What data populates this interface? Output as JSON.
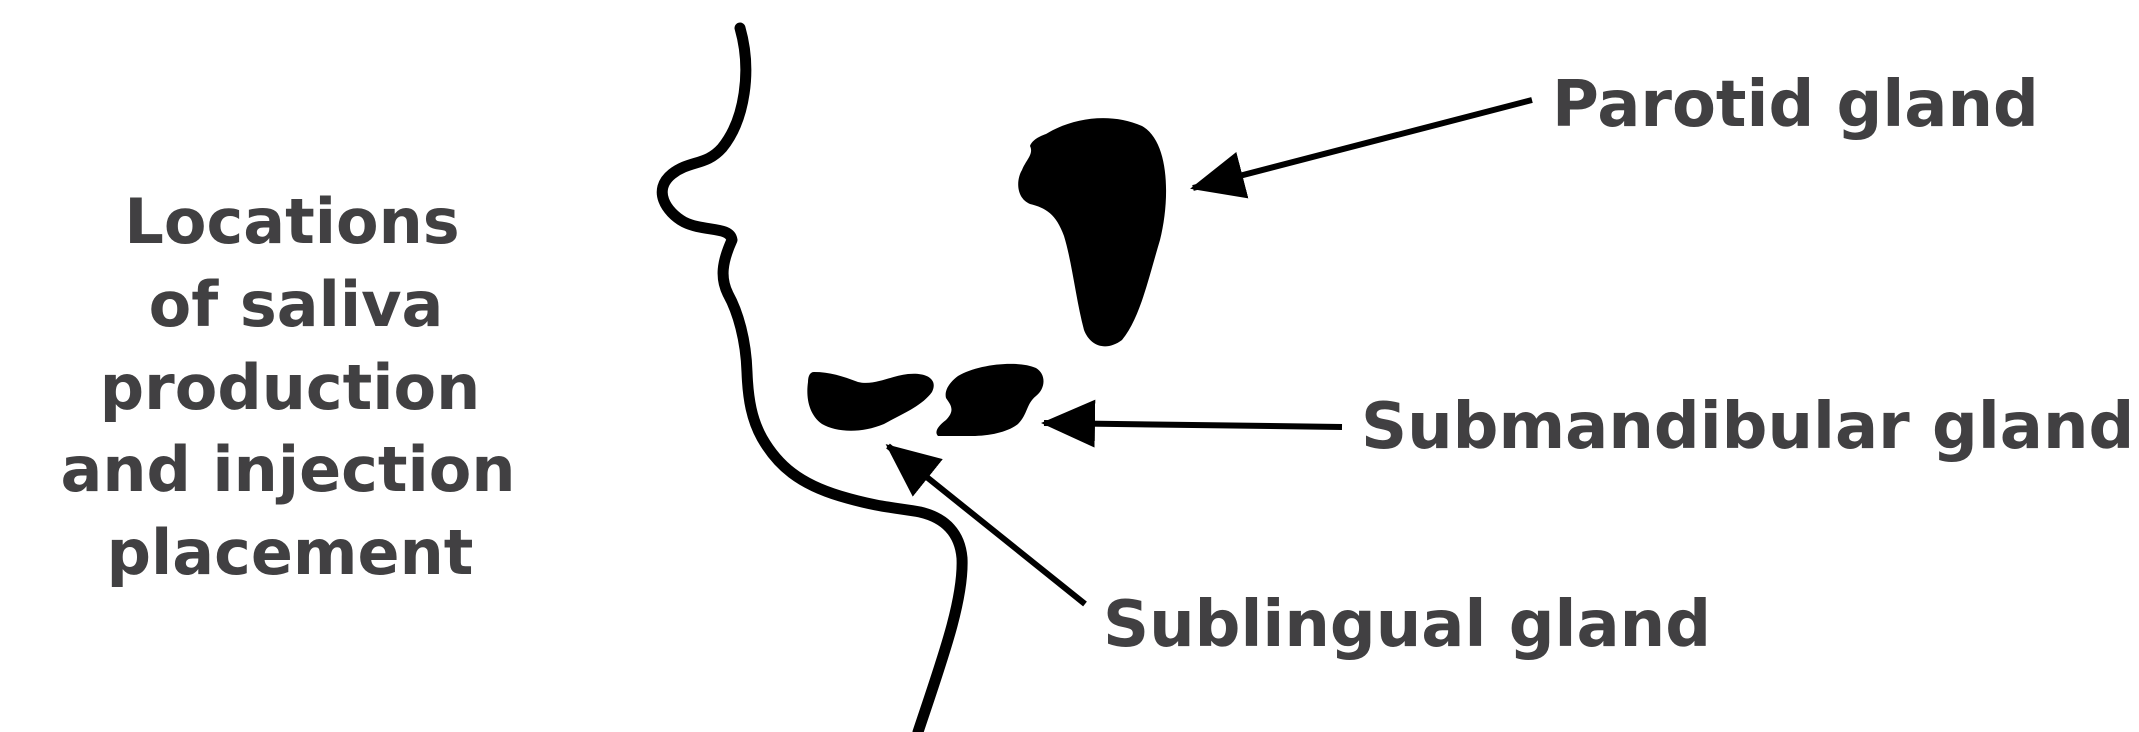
{
  "colors": {
    "text": "#414042",
    "outline": "#000000",
    "background": "#ffffff"
  },
  "title_lines": [
    "Locations",
    "of saliva",
    "production",
    "and injection",
    "placement"
  ],
  "labels": {
    "parotid": "Parotid gland",
    "submandibular": "Submandibular gland",
    "sublingual": "Sublingual gland"
  }
}
